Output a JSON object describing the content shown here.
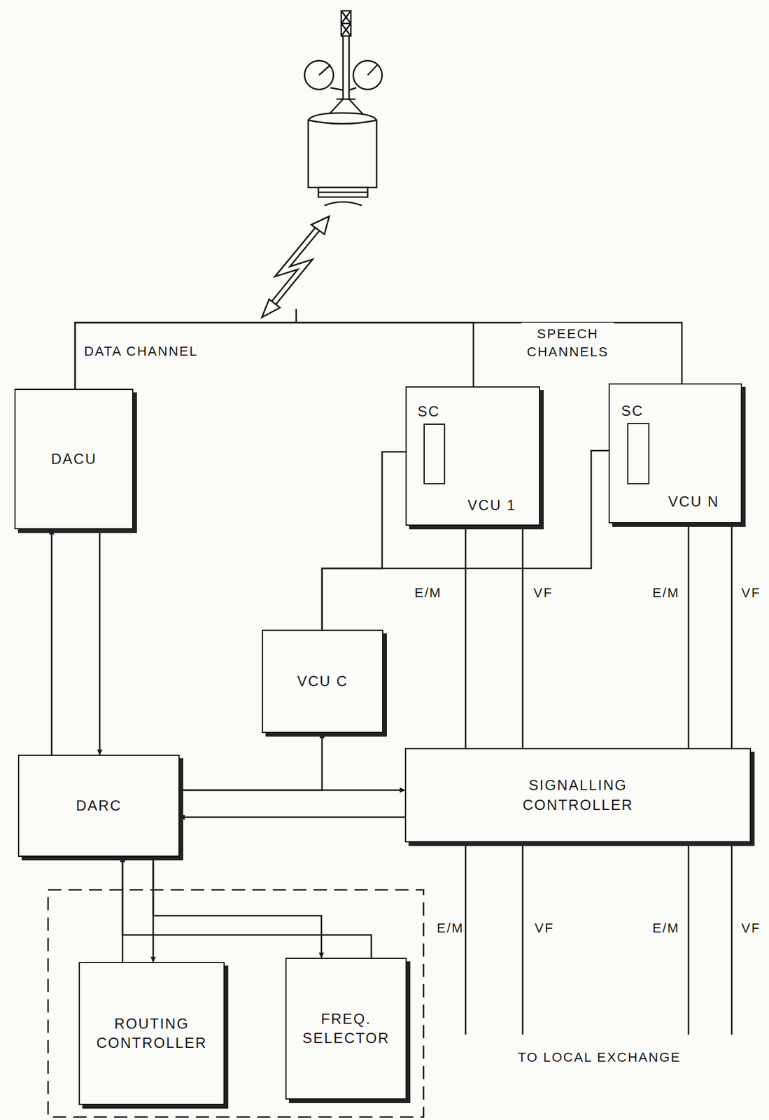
{
  "diagram": {
    "nodes": [
      {
        "text": [
          "DACU"
        ]
      },
      {
        "text": [
          "VCU 1"
        ]
      },
      {
        "text": [
          "SC"
        ],
        "in": 1
      },
      {
        "text": [
          "VCU N"
        ]
      },
      {
        "text": [
          "SC"
        ],
        "in": 3
      },
      {
        "text": [
          "VCU C"
        ]
      },
      {
        "text": [
          "DARC"
        ]
      },
      {
        "text": [
          "SIGNALLING CONTROLLER"
        ]
      },
      {
        "text": [
          "ROUTING CONTROLLER"
        ]
      },
      {
        "text": [
          "FREQ. SELECTOR"
        ]
      }
    ],
    "edges": [
      {
        "from": 0,
        "to": 1,
        "arrow": "none"
      },
      {
        "from": 0,
        "to": 3,
        "arrow": "none"
      },
      {
        "from": 6,
        "to": 0,
        "arrow": "to"
      },
      {
        "from": 0,
        "to": 6,
        "arrow": "to"
      },
      {
        "from": 6,
        "to": 7,
        "arrow": "to"
      },
      {
        "from": 6,
        "to": 5,
        "arrow": "to"
      },
      {
        "from": 7,
        "to": 6,
        "arrow": "to"
      },
      {
        "from": 5,
        "to": 2,
        "arrow": "none"
      },
      {
        "from": 5,
        "to": 4,
        "arrow": "none"
      },
      {
        "from": 1,
        "to": 7,
        "arrow": "none"
      },
      {
        "from": 1,
        "to": 7,
        "arrow": "none"
      },
      {
        "from": 3,
        "to": 7,
        "arrow": "none"
      },
      {
        "from": 3,
        "to": 7,
        "arrow": "none"
      },
      {
        "from": 8,
        "to": 6,
        "arrow": "to"
      },
      {
        "from": 6,
        "to": 8,
        "arrow": "to"
      },
      {
        "from": 6,
        "to": 9,
        "arrow": "to"
      },
      {
        "from": 9,
        "to": 6,
        "arrow": "to"
      }
    ],
    "labels": [
      "DATA CHANNEL",
      "SPEECH CHANNELS",
      "E/M",
      "VF",
      "E/M",
      "VF",
      "E/M",
      "VF",
      "E/M",
      "VF",
      "TO LOCAL EXCHANGE"
    ]
  }
}
